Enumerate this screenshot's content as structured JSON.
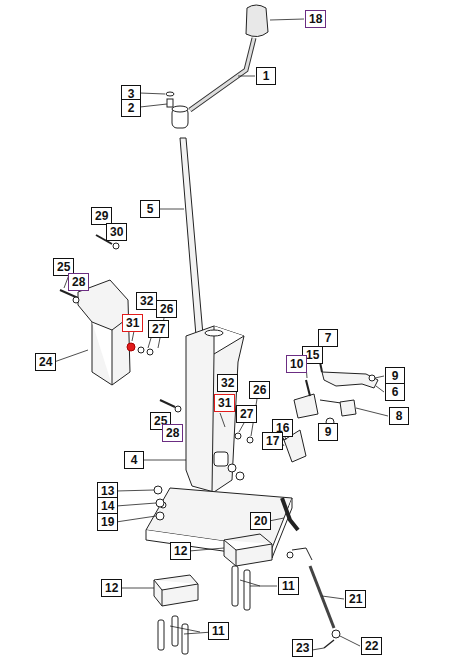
{
  "diagram": {
    "nodes": [
      {
        "text": [
          "18"
        ]
      },
      {
        "text": [
          "1"
        ]
      },
      {
        "text": [
          "3"
        ]
      },
      {
        "text": [
          "2"
        ]
      },
      {
        "text": [
          "5"
        ]
      },
      {
        "text": [
          "29"
        ]
      },
      {
        "text": [
          "30"
        ]
      },
      {
        "text": [
          "25"
        ]
      },
      {
        "text": [
          "28"
        ]
      },
      {
        "text": [
          "32"
        ]
      },
      {
        "text": [
          "26"
        ]
      },
      {
        "text": [
          "31"
        ]
      },
      {
        "text": [
          "27"
        ]
      },
      {
        "text": [
          "24"
        ]
      },
      {
        "text": [
          "7"
        ]
      },
      {
        "text": [
          "15"
        ]
      },
      {
        "text": [
          "10"
        ]
      },
      {
        "text": [
          "9"
        ]
      },
      {
        "text": [
          "6"
        ]
      },
      {
        "text": [
          "32"
        ]
      },
      {
        "text": [
          "26"
        ]
      },
      {
        "text": [
          "25"
        ]
      },
      {
        "text": [
          "28"
        ]
      },
      {
        "text": [
          "31"
        ]
      },
      {
        "text": [
          "27"
        ]
      },
      {
        "text": [
          "8"
        ]
      },
      {
        "text": [
          "16"
        ]
      },
      {
        "text": [
          "9"
        ]
      },
      {
        "text": [
          "17"
        ]
      },
      {
        "text": [
          "4"
        ]
      },
      {
        "text": [
          "13"
        ]
      },
      {
        "text": [
          "14"
        ]
      },
      {
        "text": [
          "19"
        ]
      },
      {
        "text": [
          "20"
        ]
      },
      {
        "text": [
          "12"
        ]
      },
      {
        "text": [
          "11"
        ]
      },
      {
        "text": [
          "12"
        ]
      },
      {
        "text": [
          "21"
        ]
      },
      {
        "text": [
          "11"
        ]
      },
      {
        "text": [
          "23"
        ]
      },
      {
        "text": [
          "22"
        ]
      }
    ]
  }
}
